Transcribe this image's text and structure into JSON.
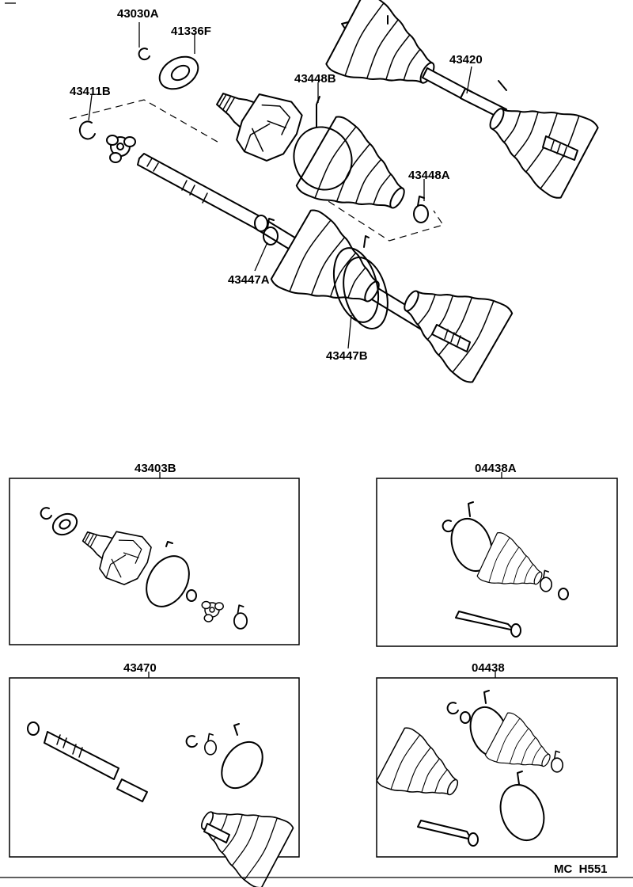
{
  "labels": {
    "p43030A": "43030A",
    "p41336F": "41336F",
    "p43411B": "43411B",
    "p43448B": "43448B",
    "p43420": "43420",
    "p43448A": "43448A",
    "p43447A": "43447A",
    "p43447B": "43447B",
    "p43403B": "43403B",
    "p04438A": "04438A",
    "p43470": "43470",
    "p04438": "04438"
  },
  "footer": {
    "code": "MC  H551"
  }
}
